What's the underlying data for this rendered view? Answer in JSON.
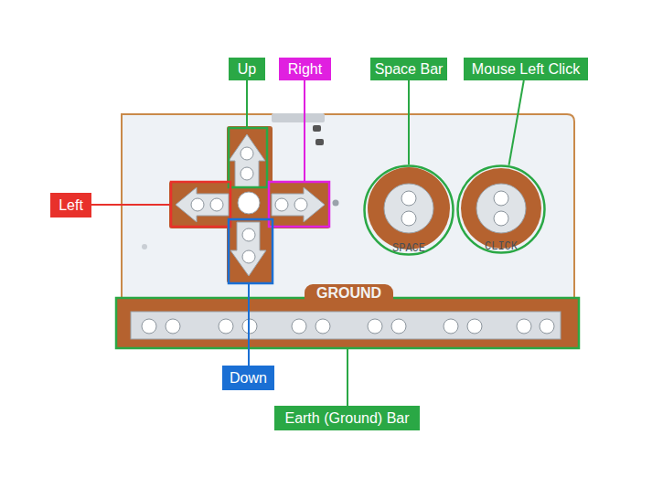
{
  "diagram": {
    "nodes": [
      {
        "text": [
          "Up"
        ]
      },
      {
        "text": [
          "Right"
        ]
      },
      {
        "text": [
          "Space Bar"
        ]
      },
      {
        "text": [
          "Mouse Left Click"
        ]
      },
      {
        "text": [
          "Left"
        ]
      },
      {
        "text": [
          "SPACE"
        ]
      },
      {
        "text": [
          "CLICK"
        ]
      },
      {
        "text": [
          "GROUND"
        ]
      },
      {
        "text": [
          "Down"
        ]
      },
      {
        "text": [
          "Earth (Ground) Bar"
        ]
      }
    ],
    "edges": [
      {
        "from": 2,
        "to": 5,
        "arrow": "none"
      },
      {
        "from": 3,
        "to": 6,
        "arrow": "none"
      }
    ]
  }
}
